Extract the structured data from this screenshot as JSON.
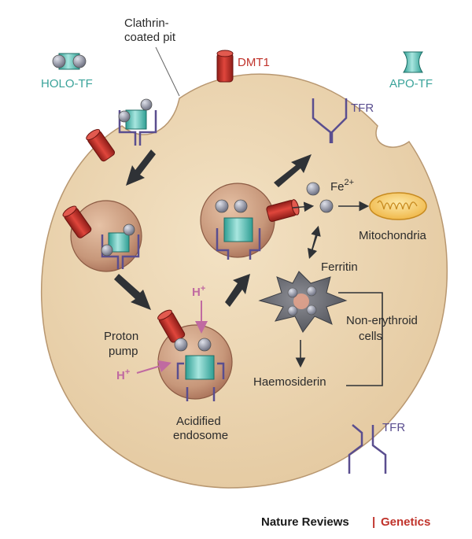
{
  "labels": {
    "clathrin_line1": "Clathrin-",
    "clathrin_line2": "coated pit",
    "dmt1": "DMT1",
    "holo_tf": "HOLO-TF",
    "apo_tf": "APO-TF",
    "tfr_top": "TFR",
    "tfr_bottom": "TFR",
    "fe2": "Fe",
    "fe2_sup": "2+",
    "mitochondria": "Mitochondria",
    "ferritin": "Ferritin",
    "non_erythroid_line1": "Non-erythroid",
    "non_erythroid_line2": "cells",
    "haemosiderin": "Haemosiderin",
    "proton_line1": "Proton",
    "proton_line2": "pump",
    "h_plus_1": "H",
    "h_plus_2": "H",
    "plus": "+",
    "acidified_line1": "Acidified",
    "acidified_line2": "endosome"
  },
  "credit": {
    "journal": "Nature Reviews",
    "separator": "|",
    "section": "Genetics"
  },
  "colors": {
    "cell_fill": "#ecd7b3",
    "endosome_fill": "#c79a7b",
    "transferrin": "#4bbcb1",
    "dmt1": "#c1322a",
    "receptor": "#5a4e8f",
    "iron": "#8a8d9c",
    "arrow": "#2f3236",
    "proton": "#c06aa1"
  }
}
